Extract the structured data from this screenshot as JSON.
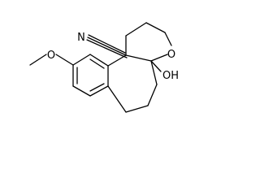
{
  "molecule": {
    "atom_labels": {
      "nitrile_n": "N",
      "ring_oxygen": "O",
      "hydroxyl": "OH",
      "methoxy_oxygen": "O"
    },
    "colors": {
      "bond": "#000000",
      "background": "#ffffff"
    }
  }
}
